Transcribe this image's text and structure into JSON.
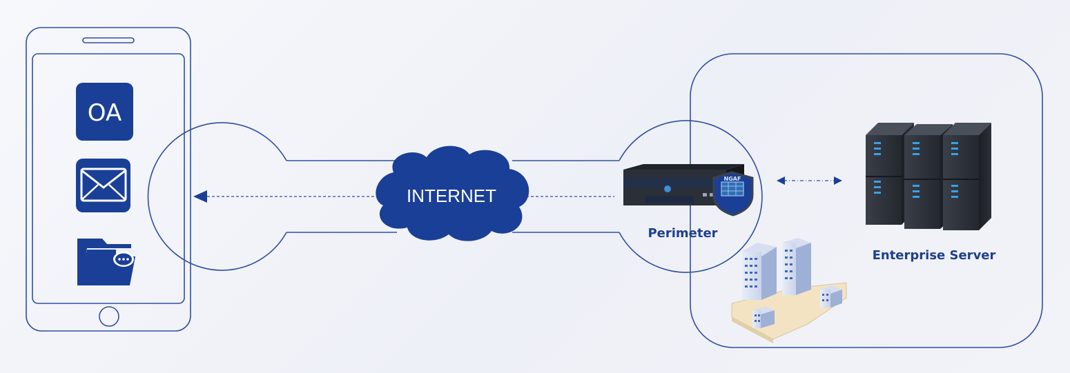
{
  "labels": {
    "oa": "OA",
    "internet": "INTERNET",
    "perimeter": "Perimeter",
    "enterprise_server": "Enterprise Server",
    "firewall_badge": "NGAF"
  },
  "icons": [
    "oa-app-icon",
    "mail-icon",
    "folder-chat-icon",
    "phone-icon",
    "cloud-icon",
    "firewall-appliance-icon",
    "server-rack-icon",
    "buildings-icon"
  ],
  "colors": {
    "outline": "#2e4fa0",
    "accent": "#1a3f96",
    "label": "#1e3f8c"
  }
}
